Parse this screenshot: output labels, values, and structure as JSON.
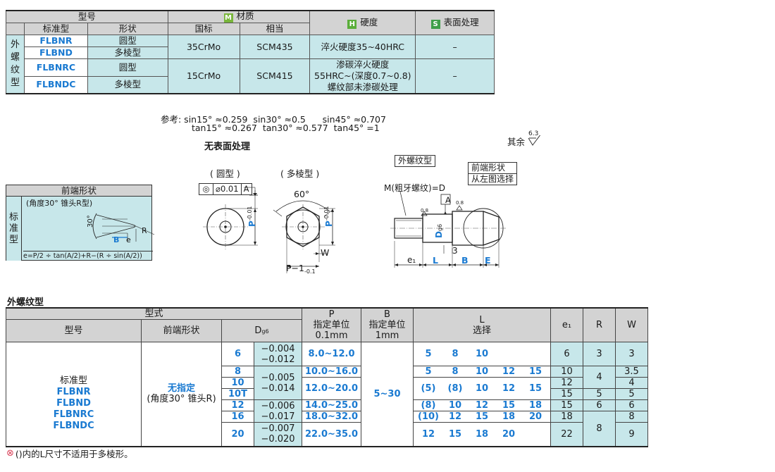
{
  "material_table": {
    "header_model": "型号",
    "header_material": "材质",
    "header_hardness": "硬度",
    "header_surface": "表面处理",
    "badge_m": "M",
    "badge_h": "H",
    "badge_s": "S",
    "sub_standard": "标准型",
    "sub_shape": "形状",
    "sub_gb": "国标",
    "sub_equiv": "相当",
    "side_label": "外螺纹型",
    "rows": [
      {
        "code": "FLBNR",
        "shape": "圆型"
      },
      {
        "code": "FLBND",
        "shape": "多棱型"
      },
      {
        "code": "FLBNRC",
        "shape": "圆型"
      },
      {
        "code": "FLBNDC",
        "shape": "多棱型"
      }
    ],
    "group1": {
      "gb": "35CrMo",
      "equiv": "SCM435",
      "hardness": "淬火硬度35~40HRC",
      "surface": "–"
    },
    "group2": {
      "gb": "15CrMo",
      "equiv": "SCM415",
      "hardness_1": "渗碳淬火硬度",
      "hardness_2": "55HRC~(深度0.7~0.8)",
      "hardness_3": "螺纹部未渗碳处理",
      "surface": "–"
    }
  },
  "reference": {
    "line1": "参考: sin15° ≈0.259  sin30° ≈0.5      sin45° ≈0.707",
    "line2": "tan15° ≈0.267  tan30° ≈0.577  tan45° =1"
  },
  "no_surface": "无表面处理",
  "roughness_note": "其余",
  "roughness_value": "6.3",
  "drawing": {
    "round_label": "( 圆型 )",
    "poly_label": "( 多棱型 )",
    "tolerance": "0.01",
    "datum": "A",
    "angle": "60°",
    "p_dim": "P",
    "p_tol_upper": "0",
    "p_tol_lower": "-0.01",
    "w_dim": "W",
    "p1_dim": "P−1",
    "p1_tol_upper": "0",
    "p1_tol_lower": "-0.1",
    "thread_type": "外螺纹型",
    "tip_shape_1": "前端形状",
    "tip_shape_2": "从左图选择",
    "thread_spec": "M(粗牙螺纹)=D",
    "d_dim": "D",
    "d_sub": "g6",
    "rough_08": "0.8",
    "dim_e1": "e₁",
    "dim_l": "L",
    "dim_b": "B",
    "dim_e": "E",
    "dim_3": "3"
  },
  "tip_box": {
    "title": "前端形状",
    "side": "标准型",
    "desc": "(角度30° 锥头R型)",
    "angle": "30°",
    "r": "R",
    "b": "B",
    "e": "e",
    "formula": "e=P/2 ÷ tan(A/2)+R−(R ÷ sin(A/2))"
  },
  "section_title": "外螺纹型",
  "main_table": {
    "h_type": "型式",
    "h_model": "型号",
    "h_tip": "前端形状",
    "h_d": "D",
    "h_d_sub": "g6",
    "h_p1": "P",
    "h_p2": "指定单位",
    "h_p3": "0.1mm",
    "h_b1": "B",
    "h_b2": "指定单位",
    "h_b3": "1mm",
    "h_l1": "L",
    "h_l2": "选择",
    "h_e1": "e₁",
    "h_r": "R",
    "h_w": "W",
    "model_lines": [
      "标准型",
      "FLBNR",
      "FLBND",
      "FLBNRC",
      "FLBNDC"
    ],
    "tip_line1": "无指定",
    "tip_line2": "(角度30° 锥头R)",
    "b_range": "5~30",
    "rows": [
      {
        "d": "6",
        "tol_a": "−0.004",
        "tol_b": "−0.012",
        "p": "8.0~12.0",
        "l": [
          "5",
          "8",
          "10"
        ],
        "e1": "6",
        "r": "3",
        "w": "3"
      },
      {
        "d": "8",
        "p": "10.0~16.0",
        "l": [
          "5",
          "8",
          "10",
          "12",
          "15"
        ],
        "e1": "10",
        "r": "4",
        "w": "3.5"
      },
      {
        "d": "10",
        "tol_a": "−0.005",
        "tol_b": "−0.014",
        "p": "12.0~20.0",
        "l": [
          "(5)",
          "(8)",
          "10",
          "12",
          "15"
        ],
        "e1": "12",
        "w": "4"
      },
      {
        "d": "10T",
        "e1": "15",
        "r": "5",
        "w": "5"
      },
      {
        "d": "12",
        "tol_a": "−0.006",
        "p": "14.0~25.0",
        "l": [
          "(8)",
          "10",
          "12",
          "15",
          "18"
        ],
        "e1": "15",
        "r": "6",
        "w": "6"
      },
      {
        "d": "16",
        "tol_b": "−0.017",
        "p": "18.0~32.0",
        "l": [
          "(10)",
          "12",
          "15",
          "18",
          "20"
        ],
        "e1": "18",
        "w": "8"
      },
      {
        "d": "20",
        "tol_a": "−0.007",
        "tol_b": "−0.020",
        "p": "22.0~35.0",
        "l": [
          "12",
          "15",
          "18",
          "20"
        ],
        "e1": "22",
        "r": "8",
        "w": "9"
      }
    ]
  },
  "footnote": "()内的L尺寸不适用于多棱形。"
}
